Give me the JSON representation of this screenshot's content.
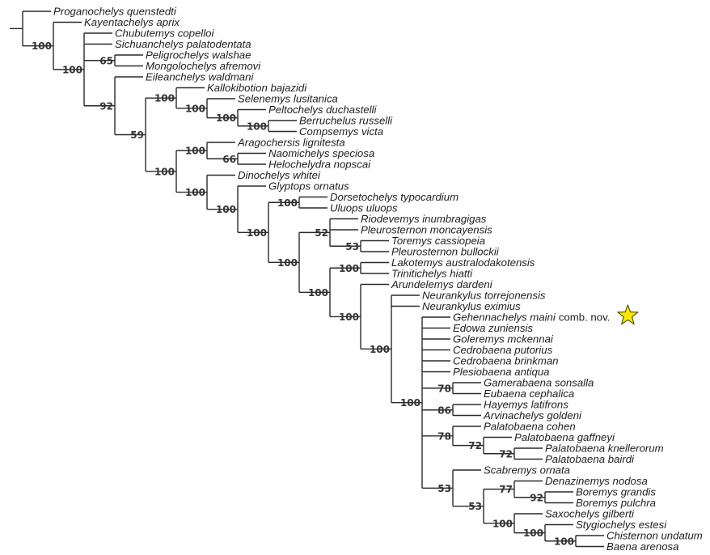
{
  "colors": {
    "branch": "#2a2a2a",
    "star_fill": "#f7e600",
    "star_stroke": "#3a3a00"
  },
  "highlight_icon": "star-icon",
  "tree": {
    "children": [
      {
        "name": "Proganochelys quenstedti"
      },
      {
        "support": "100",
        "children": [
          {
            "name": "Kayentachelys aprix"
          },
          {
            "support": "100",
            "children": [
              {
                "name": "Chubutemys copelloi"
              },
              {
                "name": "Sichuanchelys palatodentata"
              },
              {
                "support": "65",
                "children": [
                  {
                    "name": "Peligrochelys walshae"
                  },
                  {
                    "name": "Mongolochelys afremovi"
                  }
                ]
              },
              {
                "support": "92",
                "children": [
                  {
                    "name": "Eileanchelys waldmani"
                  },
                  {
                    "support": "59",
                    "children": [
                      {
                        "support": "100",
                        "children": [
                          {
                            "name": "Kallokibotion bajazidi"
                          },
                          {
                            "support": "100",
                            "children": [
                              {
                                "name": "Selenemys lusitanica"
                              },
                              {
                                "support": "100",
                                "children": [
                                  {
                                    "name": "Peltochelys duchastelli"
                                  },
                                  {
                                    "support": "100",
                                    "children": [
                                      {
                                        "name": "Berruchelus russelli"
                                      },
                                      {
                                        "name": "Compsemys victa"
                                      }
                                    ]
                                  }
                                ]
                              }
                            ]
                          }
                        ]
                      },
                      {
                        "support": "100",
                        "children": [
                          {
                            "support": "100",
                            "children": [
                              {
                                "name": "Aragochersis lignitesta"
                              },
                              {
                                "support": "66",
                                "children": [
                                  {
                                    "name": "Naomichelys speciosa"
                                  },
                                  {
                                    "name": "Helochelydra nopscai"
                                  }
                                ]
                              }
                            ]
                          },
                          {
                            "support": "100",
                            "children": [
                              {
                                "name": "Dinochelys whitei"
                              },
                              {
                                "support": "100",
                                "children": [
                                  {
                                    "name": "Glyptops ornatus"
                                  },
                                  {
                                    "support": "100",
                                    "children": [
                                      {
                                        "support": "100",
                                        "children": [
                                          {
                                            "name": "Dorsetochelys typocardium"
                                          },
                                          {
                                            "name": "Uluops uluops"
                                          }
                                        ]
                                      },
                                      {
                                        "support": "100",
                                        "children": [
                                          {
                                            "support": "52",
                                            "children": [
                                              {
                                                "name": "Riodevemys inumbragigas"
                                              },
                                              {
                                                "name": "Pleurosternon moncayensis"
                                              },
                                              {
                                                "support": "53",
                                                "children": [
                                                  {
                                                    "name": "Toremys cassiopeia"
                                                  },
                                                  {
                                                    "name": "Pleurosternon bullockii"
                                                  }
                                                ]
                                              }
                                            ]
                                          },
                                          {
                                            "support": "100",
                                            "children": [
                                              {
                                                "support": "100",
                                                "children": [
                                                  {
                                                    "name": "Lakotemys australodakotensis"
                                                  },
                                                  {
                                                    "name": "Trinitichelys hiatti"
                                                  }
                                                ]
                                              },
                                              {
                                                "support": "100",
                                                "children": [
                                                  {
                                                    "name": "Arundelemys dardeni"
                                                  },
                                                  {
                                                    "support": "100",
                                                    "children": [
                                                      {
                                                        "name": "Neurankylus torrejonensis"
                                                      },
                                                      {
                                                        "name": "Neurankylus eximius"
                                                      },
                                                      {
                                                        "support": "100",
                                                        "children": [
                                                          {
                                                            "name": "Gehennachelys maini",
                                                            "suffix": "comb. nov.",
                                                            "highlight": true
                                                          },
                                                          {
                                                            "name": "Edowa zuniensis"
                                                          },
                                                          {
                                                            "name": "Goleremys mckennai"
                                                          },
                                                          {
                                                            "name": "Cedrobaena putorius"
                                                          },
                                                          {
                                                            "name": "Cedrobaena brinkman"
                                                          },
                                                          {
                                                            "name": "Plesiobaena antiqua"
                                                          },
                                                          {
                                                            "support": "78",
                                                            "children": [
                                                              {
                                                                "name": "Gamerabaena sonsalla"
                                                              },
                                                              {
                                                                "name": "Eubaena cephalica"
                                                              }
                                                            ]
                                                          },
                                                          {
                                                            "support": "86",
                                                            "children": [
                                                              {
                                                                "name": "Hayemys latifrons"
                                                              },
                                                              {
                                                                "name": "Arvinachelys goldeni"
                                                              }
                                                            ]
                                                          },
                                                          {
                                                            "support": "78",
                                                            "children": [
                                                              {
                                                                "name": "Palatobaena cohen"
                                                              },
                                                              {
                                                                "support": "72",
                                                                "children": [
                                                                  {
                                                                    "name": "Palatobaena gaffneyi"
                                                                  },
                                                                  {
                                                                    "support": "72",
                                                                    "children": [
                                                                      {
                                                                        "name": "Palatobaena knellerorum"
                                                                      },
                                                                      {
                                                                        "name": "Palatobaena bairdi"
                                                                      }
                                                                    ]
                                                                  }
                                                                ]
                                                              }
                                                            ]
                                                          },
                                                          {
                                                            "support": "53",
                                                            "children": [
                                                              {
                                                                "name": "Scabremys ornata"
                                                              },
                                                              {
                                                                "support": "53",
                                                                "children": [
                                                                  {
                                                                    "support": "77",
                                                                    "children": [
                                                                      {
                                                                        "name": "Denazinemys nodosa"
                                                                      },
                                                                      {
                                                                        "support": "92",
                                                                        "children": [
                                                                          {
                                                                            "name": "Boremys grandis"
                                                                          },
                                                                          {
                                                                            "name": "Boremys pulchra"
                                                                          }
                                                                        ]
                                                                      }
                                                                    ]
                                                                  },
                                                                  {
                                                                    "support": "100",
                                                                    "children": [
                                                                      {
                                                                        "name": "Saxochelys gilberti"
                                                                      },
                                                                      {
                                                                        "support": "100",
                                                                        "children": [
                                                                          {
                                                                            "name": "Stygiochelys estesi"
                                                                          },
                                                                          {
                                                                            "support": "100",
                                                                            "children": [
                                                                              {
                                                                                "name": "Chisternon undatum"
                                                                              },
                                                                              {
                                                                                "name": "Baena arenosa"
                                                                              }
                                                                            ]
                                                                          }
                                                                        ]
                                                                      }
                                                                    ]
                                                                  }
                                                                ]
                                                              }
                                                            ]
                                                          }
                                                        ]
                                                      }
                                                    ]
                                                  }
                                                ]
                                              }
                                            ]
                                          }
                                        ]
                                      }
                                    ]
                                  }
                                ]
                              }
                            ]
                          }
                        ]
                      }
                    ]
                  }
                ]
              }
            ]
          }
        ]
      }
    ]
  }
}
